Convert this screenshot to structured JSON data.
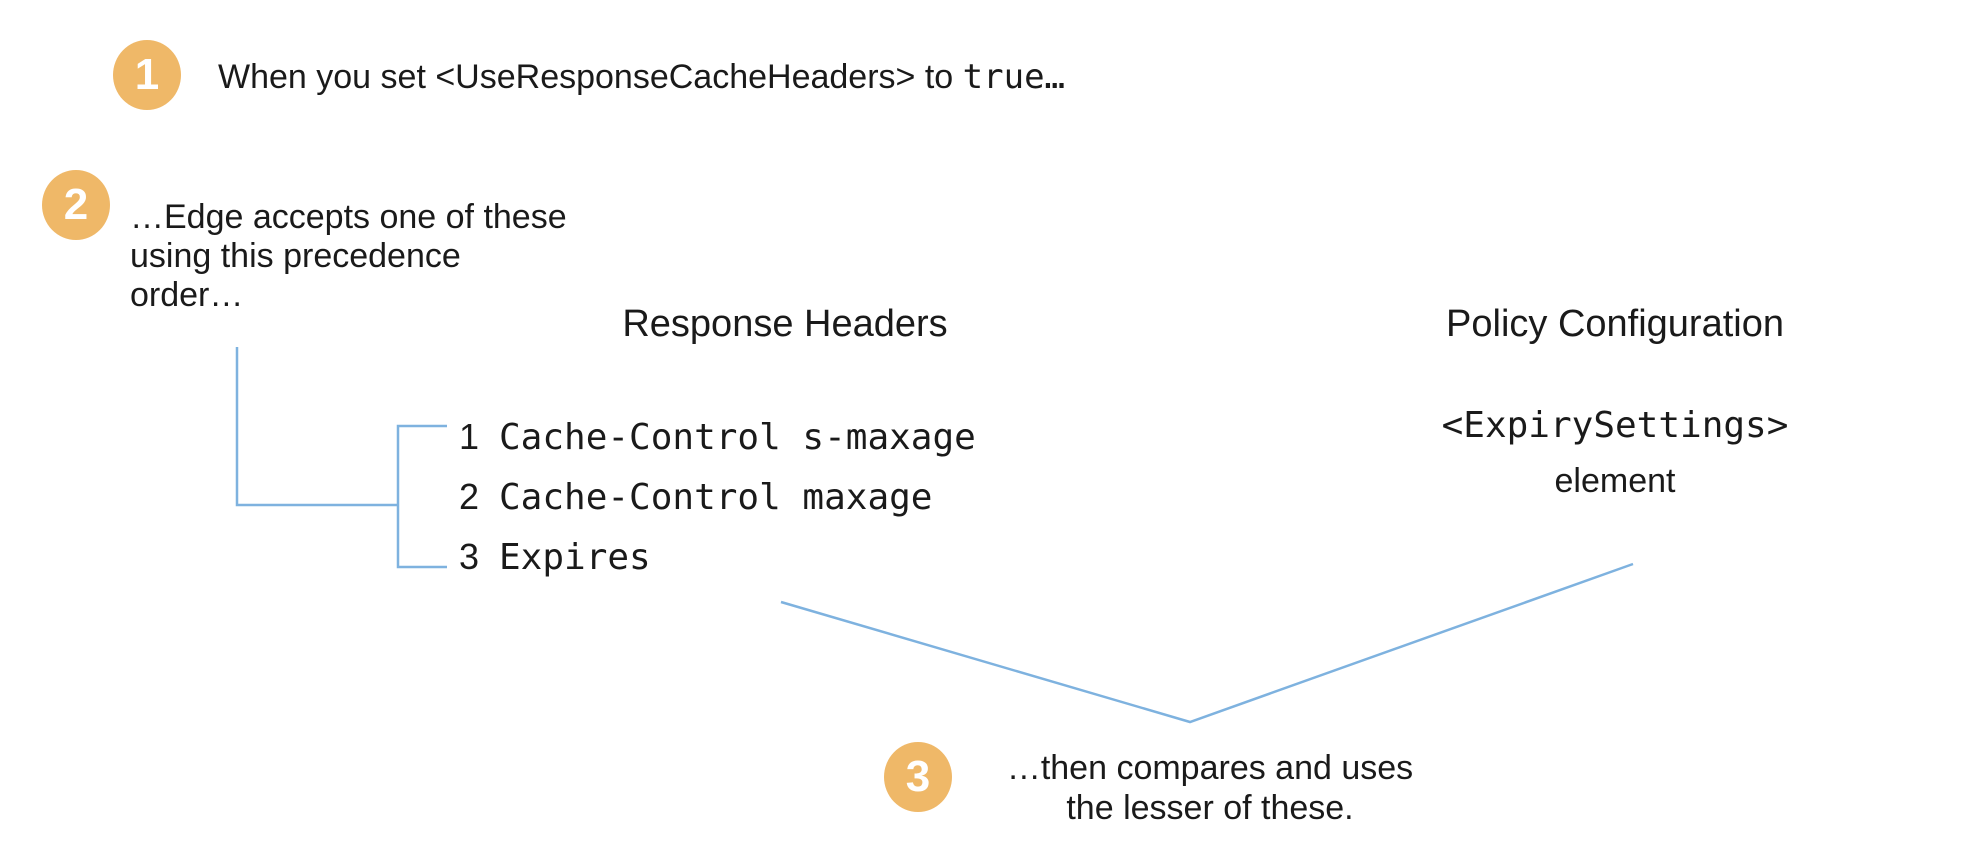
{
  "colors": {
    "accent_orange": "#efb868",
    "line_blue": "#7eb2df",
    "text": "#1a1a1a"
  },
  "steps": {
    "one": {
      "badge": "1",
      "text_before": "When you set <UseResponseCacheHeaders> to ",
      "code": "true…"
    },
    "two": {
      "badge": "2",
      "lines": [
        "…Edge accepts one of these",
        "using this precedence",
        "order…"
      ]
    },
    "three": {
      "badge": "3",
      "lines": [
        "…then compares and uses",
        "the lesser of these."
      ]
    }
  },
  "response_headers": {
    "title": "Response Headers",
    "items": [
      {
        "rank": "1",
        "value": "Cache-Control s-maxage"
      },
      {
        "rank": "2",
        "value": "Cache-Control maxage"
      },
      {
        "rank": "3",
        "value": "Expires"
      }
    ]
  },
  "policy_configuration": {
    "title": "Policy Configuration",
    "code": "<ExpirySettings>",
    "caption": "element"
  }
}
